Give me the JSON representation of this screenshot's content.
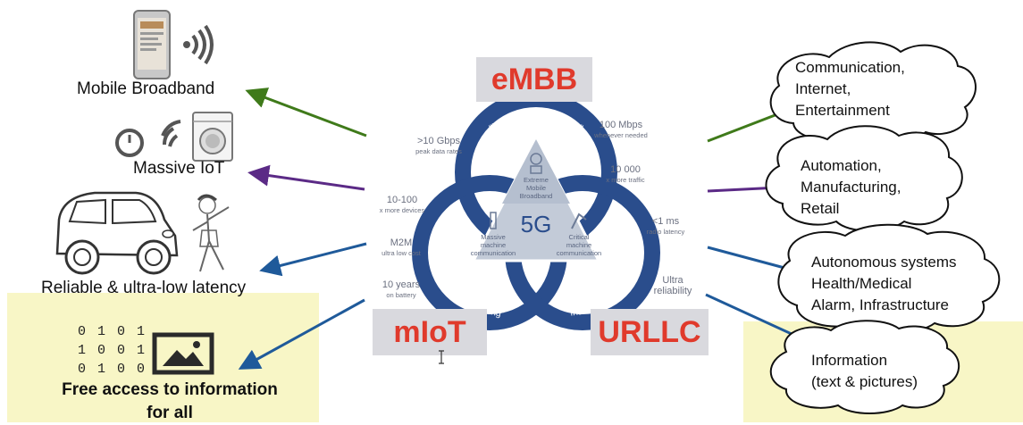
{
  "left_labels": {
    "mobile_broadband": "Mobile Broadband",
    "massive_iot": "Massive IoT",
    "reliable": "Reliable & ultra-low latency",
    "free_access_line1": "Free access to information",
    "free_access_line2": "for all"
  },
  "binary_lines": [
    "0 1 0 1",
    "1 0 0 1",
    "0 1 0 0"
  ],
  "tags": {
    "embb": "eMBB",
    "miot": "mIoT",
    "urllc": "URLLC"
  },
  "center": {
    "label_5g": "5G",
    "top_node": [
      "Extreme",
      "Mobile",
      "Broadband"
    ],
    "left_node": [
      "Massive",
      "machine",
      "communication"
    ],
    "right_node": [
      "Critical",
      "machine",
      "communication"
    ],
    "arc_top": "\"Unlimited experience\"",
    "arc_left": "\"For everything\"",
    "arc_right": "\"Instant action\""
  },
  "stats": {
    "peak_big": ">10 Gbps",
    "peak_small": "peak data rates",
    "mbps_big": "100 Mbps",
    "mbps_small": "whenever needed",
    "traffic_big": "10 000",
    "traffic_small": "x more traffic",
    "devices_big": "10-100",
    "devices_small": "x more devices",
    "latency_big": "<1 ms",
    "latency_small": "radio latency",
    "m2m_big": "M2M",
    "m2m_small": "ultra low cost",
    "battery_big": "10 years",
    "battery_small": "on battery",
    "reliability_line1": "Ultra",
    "reliability_line2": "reliability"
  },
  "clouds": {
    "c1": [
      "Communication,",
      "Internet,",
      "Entertainment"
    ],
    "c2": [
      "Automation,",
      "Manufacturing,",
      "Retail"
    ],
    "c3": [
      "Autonomous systems",
      "Health/Medical",
      "Alarm, Infrastructure"
    ],
    "c4": [
      "Information",
      "(text & pictures)"
    ]
  },
  "colors": {
    "green_arrow": "#3f7a1a",
    "purple_arrow": "#5b2a86",
    "blue_arrow": "#1f5a9a",
    "ring_blue": "#2a4d8c",
    "tag_red": "#e03a2c",
    "highlight_yellow": "#f8f6c6"
  },
  "icons": [
    "phone-icon",
    "wifi-signal-icon",
    "gauge-icon",
    "washing-machine-icon",
    "car-icon",
    "person-icon",
    "image-icon",
    "cursor-icon"
  ]
}
